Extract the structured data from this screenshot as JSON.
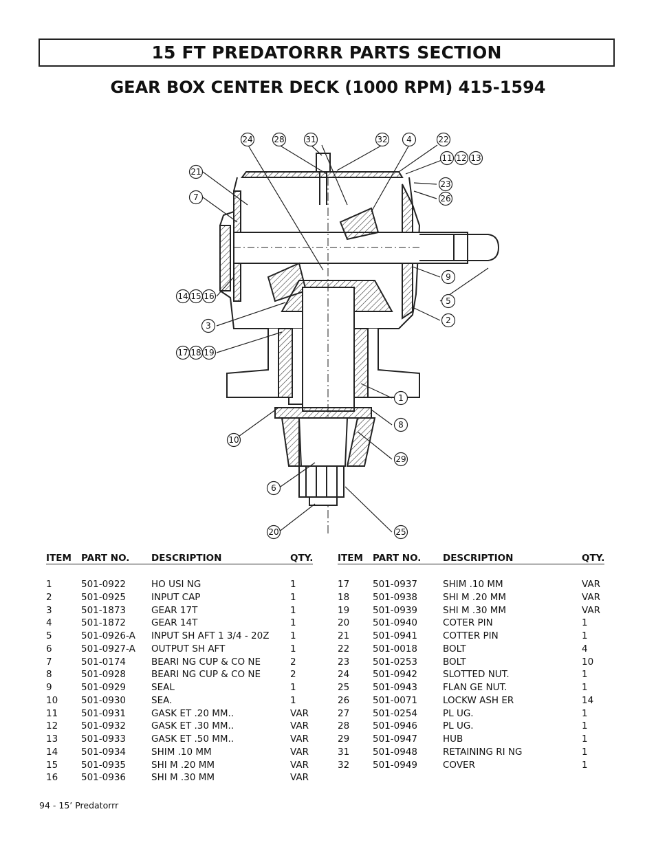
{
  "header": {
    "title": "15 FT PREDATORRR PARTS SECTION",
    "subtitle": "GEAR BOX CENTER DECK (1000 RPM) 415-1594"
  },
  "diagram": {
    "callouts": [
      "24",
      "28",
      "31",
      "32",
      "4",
      "22",
      "11",
      "12",
      "13",
      "21",
      "7",
      "23",
      "26",
      "9",
      "5",
      "2",
      "14",
      "15",
      "16",
      "3",
      "17",
      "18",
      "19",
      "1",
      "8",
      "10",
      "29",
      "6",
      "20",
      "25"
    ]
  },
  "table_headers": {
    "item": "ITEM",
    "part_no": "PART NO.",
    "description": "DESCRIPTION",
    "qty": "QTY."
  },
  "left_table": [
    {
      "item": "1",
      "part": "501-0922",
      "desc": "HO USI NG",
      "qty": "1"
    },
    {
      "item": "2",
      "part": "501-0925",
      "desc": "INPUT CAP",
      "qty": "1"
    },
    {
      "item": "3",
      "part": "501-1873",
      "desc": "GEAR 17T",
      "qty": "1"
    },
    {
      "item": "4",
      "part": "501-1872",
      "desc": "GEAR 14T",
      "qty": "1"
    },
    {
      "item": "5",
      "part": "501-0926-A",
      "desc": "INPUT SH AFT 1 3/4 - 20Z",
      "qty": "1"
    },
    {
      "item": "6",
      "part": "501-0927-A",
      "desc": "OUTPUT SH AFT",
      "qty": "1"
    },
    {
      "item": "7",
      "part": "501-0174",
      "desc": "BEARI NG CUP & CO NE",
      "qty": "2"
    },
    {
      "item": "8",
      "part": "501-0928",
      "desc": "BEARI NG CUP & CO NE",
      "qty": "2"
    },
    {
      "item": "9",
      "part": "501-0929",
      "desc": "SEAL",
      "qty": "1"
    },
    {
      "item": "10",
      "part": "501-0930",
      "desc": "SEA.",
      "qty": "1"
    },
    {
      "item": "11",
      "part": "501-0931",
      "desc": "GASK ET .20 MM..",
      "qty": "VAR"
    },
    {
      "item": "12",
      "part": "501-0932",
      "desc": "GASK ET .30 MM..",
      "qty": "VAR"
    },
    {
      "item": "13",
      "part": "501-0933",
      "desc": "GASK ET .50 MM..",
      "qty": "VAR"
    },
    {
      "item": "14",
      "part": "501-0934",
      "desc": "SHIM .10 MM",
      "qty": "VAR"
    },
    {
      "item": "15",
      "part": "501-0935",
      "desc": "SHI M .20 MM",
      "qty": "VAR"
    },
    {
      "item": "16",
      "part": "501-0936",
      "desc": "SHI M .30 MM",
      "qty": "VAR"
    }
  ],
  "right_table": [
    {
      "item": "17",
      "part": "501-0937",
      "desc": "SHIM .10 MM",
      "qty": "VAR"
    },
    {
      "item": "18",
      "part": "501-0938",
      "desc": "SHI M .20 MM",
      "qty": "VAR"
    },
    {
      "item": "19",
      "part": "501-0939",
      "desc": "SHI M .30 MM",
      "qty": "VAR"
    },
    {
      "item": "20",
      "part": "501-0940",
      "desc": "COTER PIN",
      "qty": "1"
    },
    {
      "item": "21",
      "part": "501-0941",
      "desc": "COTTER PIN",
      "qty": "1"
    },
    {
      "item": "22",
      "part": "501-0018",
      "desc": "BOLT",
      "qty": "4"
    },
    {
      "item": "23",
      "part": "501-0253",
      "desc": "BOLT",
      "qty": "10"
    },
    {
      "item": "24",
      "part": "501-0942",
      "desc": "SLOTTED NUT.",
      "qty": "1"
    },
    {
      "item": "25",
      "part": "501-0943",
      "desc": "FLAN GE NUT.",
      "qty": "1"
    },
    {
      "item": "26",
      "part": "501-0071",
      "desc": "LOCKW ASH ER",
      "qty": "14"
    },
    {
      "item": "27",
      "part": "501-0254",
      "desc": "PL UG.",
      "qty": "1"
    },
    {
      "item": "28",
      "part": "501-0946",
      "desc": "PL UG.",
      "qty": "1"
    },
    {
      "item": "29",
      "part": "501-0947",
      "desc": "HUB",
      "qty": "1"
    },
    {
      "item": "31",
      "part": "501-0948",
      "desc": "RETAINING RI NG",
      "qty": "1"
    },
    {
      "item": "32",
      "part": "501-0949",
      "desc": "COVER",
      "qty": "1"
    }
  ],
  "footer": {
    "page_label": "94 - 15’ Predatorrr"
  }
}
